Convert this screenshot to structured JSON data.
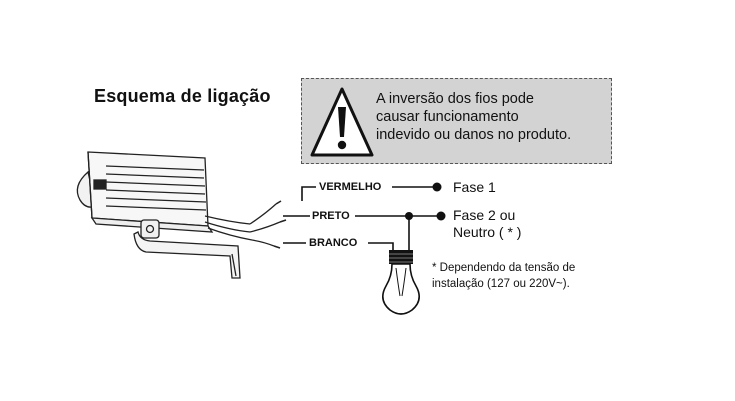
{
  "title": "Esquema de ligação",
  "warning": {
    "icon": "warning-triangle-icon",
    "lines": [
      "A inversão dos fios pode",
      "causar funcionamento",
      "indevido ou danos no produto."
    ]
  },
  "wires": {
    "red": "VERMELHO",
    "black": "PRETO",
    "white": "BRANCO"
  },
  "terminals": {
    "phase1": "Fase 1",
    "phase2_line1": "Fase 2  ou",
    "phase2_line2": "Neutro ( * )"
  },
  "note": {
    "line1": "* Dependendo da tensão de",
    "line2": "instalação (127 ou 220V~)."
  },
  "colors": {
    "warning_bg": "#d3d3d3",
    "line": "#111111"
  }
}
